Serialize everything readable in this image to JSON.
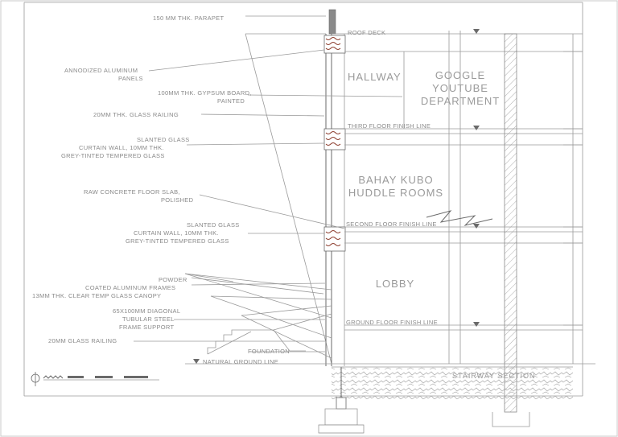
{
  "callouts": {
    "parapet": "150 MM THK. PARAPET",
    "roof_deck": "ROOF DECK",
    "panels_1": "ANNODIZED ALUMINUM",
    "panels_2": "PANELS",
    "gypsum_1": "100MM THK. GYPSUM BOARD,",
    "gypsum_2": "PAINTED",
    "glass_railing_upper": "20MM THK. GLASS RAILING",
    "curtain_upper_1": "SLANTED GLASS",
    "curtain_upper_2": "CURTAIN WALL, 10MM THK.",
    "curtain_upper_3": "GREY-TINTED TEMPERED GLASS",
    "slab_1": "RAW CONCRETE FLOOR SLAB,",
    "slab_2": "POLISHED",
    "curtain_lower_1": "SLANTED GLASS",
    "curtain_lower_2": "CURTAIN WALL, 10MM THK.",
    "curtain_lower_3": "GREY-TINTED TEMPERED GLASS",
    "frames_1": "POWDER",
    "frames_2": "COATED ALUMINUM FRAMES",
    "frames_3": "13MM THK. CLEAR TEMP GLASS CANOPY",
    "steel_1": "65X100MM DIAGONAL",
    "steel_2": "TUBULAR STEEL",
    "steel_3": "FRAME SUPPORT",
    "glass_railing_lower": "20MM GLASS RAILING",
    "foundation": "FOUNDATION",
    "ngl": "NATURAL GROUND LINE"
  },
  "levels": {
    "third": "THIRD FLOOR FINISH LINE",
    "second": "SECOND FLOOR FINISH LINE",
    "ground": "GROUND FLOOR FINISH LINE"
  },
  "rooms": {
    "hallway": "HALLWAY",
    "google_1": "GOOGLE",
    "google_2": "YOUTUBE",
    "google_3": "DEPARTMENT",
    "bahay_1": "BAHAY KUBO",
    "bahay_2": "HUDDLE ROOMS",
    "lobby": "LOBBY"
  },
  "section_title": "STAIRWAY SECTION",
  "colors": {
    "linework": "#9a9a9a",
    "dark_linework": "#6a6a6a",
    "insulation": "#8b3a2a",
    "background": "#ffffff"
  }
}
